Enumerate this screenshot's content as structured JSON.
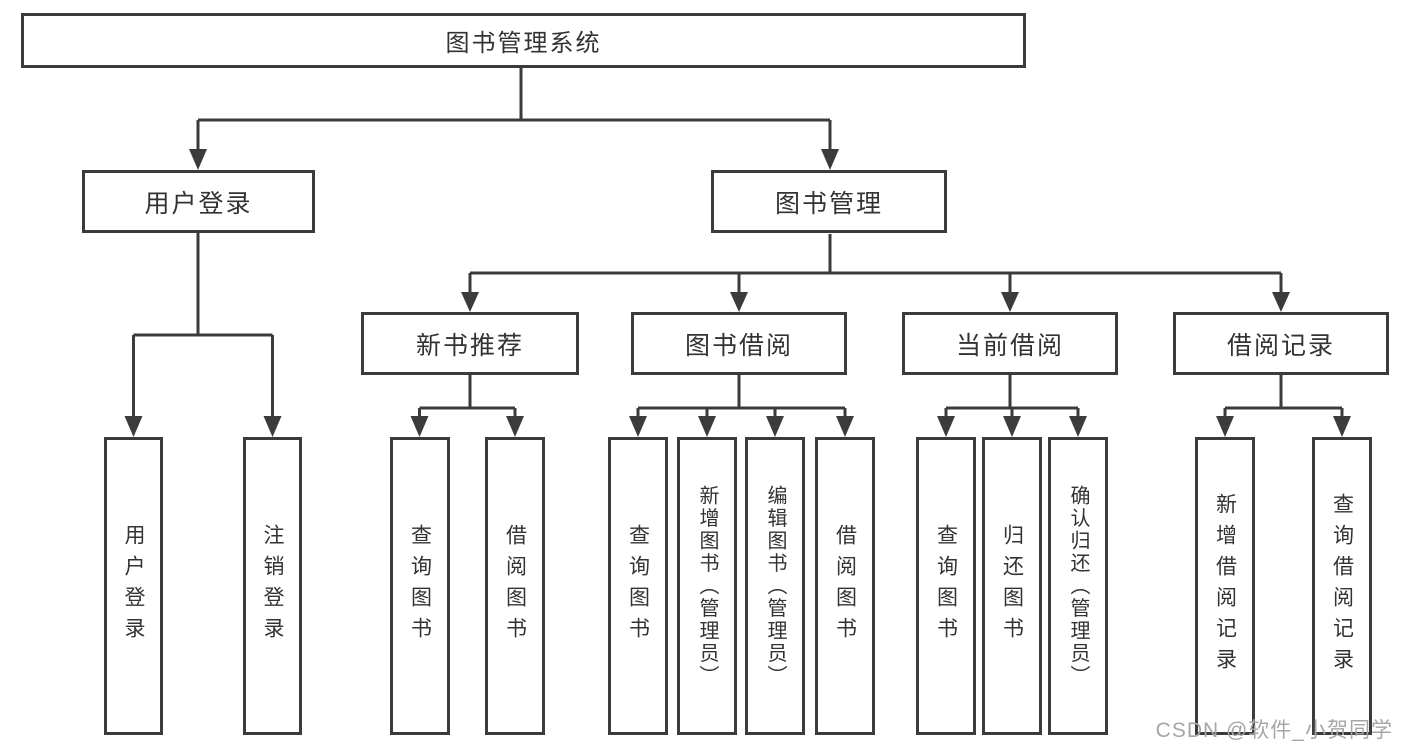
{
  "colors": {
    "line": "#3b3b3b",
    "text": "#333333",
    "watermark": "#a6a6a6",
    "background": "#ffffff"
  },
  "tree": {
    "root": {
      "label": "图书管理系统"
    },
    "level2": [
      {
        "label": "用户登录"
      },
      {
        "label": "图书管理"
      }
    ],
    "level3": [
      {
        "label": "新书推荐",
        "parent": "图书管理"
      },
      {
        "label": "图书借阅",
        "parent": "图书管理"
      },
      {
        "label": "当前借阅",
        "parent": "图书管理"
      },
      {
        "label": "借阅记录",
        "parent": "图书管理"
      }
    ],
    "leaves": [
      {
        "label": "用户登录",
        "parent": "用户登录"
      },
      {
        "label": "注销登录",
        "parent": "用户登录"
      },
      {
        "label": "查询图书",
        "parent": "新书推荐"
      },
      {
        "label": "借阅图书",
        "parent": "新书推荐"
      },
      {
        "label": "查询图书",
        "parent": "图书借阅"
      },
      {
        "label": "新增图书（管理员）",
        "parent": "图书借阅"
      },
      {
        "label": "编辑图书（管理员）",
        "parent": "图书借阅"
      },
      {
        "label": "借阅图书",
        "parent": "图书借阅"
      },
      {
        "label": "查询图书",
        "parent": "当前借阅"
      },
      {
        "label": "归还图书",
        "parent": "当前借阅"
      },
      {
        "label": "确认归还（管理员）",
        "parent": "当前借阅"
      },
      {
        "label": "新增借阅记录",
        "parent": "借阅记录"
      },
      {
        "label": "查询借阅记录",
        "parent": "借阅记录"
      }
    ]
  },
  "watermark": "CSDN @软件_小贺同学"
}
